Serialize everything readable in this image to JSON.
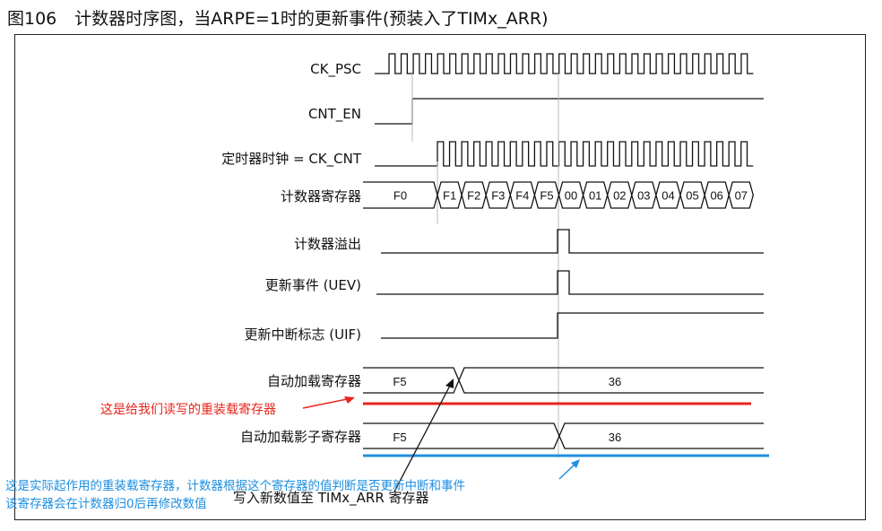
{
  "figure": {
    "number": "图106",
    "caption": "计数器时序图，当ARPE=1时的更新事件(预装入了TIMx_ARR)"
  },
  "signals": {
    "ck_psc": "CK_PSC",
    "cnt_en": "CNT_EN",
    "ck_cnt": "定时器时钟 = CK_CNT",
    "counter_reg": "计数器寄存器",
    "overflow": "计数器溢出",
    "uev": "更新事件 (UEV)",
    "uif": "更新中断标志 (UIF)",
    "arr_preload": "自动加载寄存器",
    "arr_shadow": "自动加载影子寄存器"
  },
  "counter_values": [
    "F0",
    "F1",
    "F2",
    "F3",
    "F4",
    "F5",
    "00",
    "01",
    "02",
    "03",
    "04",
    "05",
    "06",
    "07"
  ],
  "arr_preload_values": [
    "F5",
    "36"
  ],
  "arr_shadow_values": [
    "F5",
    "36"
  ],
  "note_write": "写入新数值至 TIMx_ARR 寄存器",
  "annotations": {
    "red": "这是给我们读写的重装载寄存器",
    "blue_line1": "这是实际起作用的重装载寄存器，计数器根据这个寄存器的值判断是否更新中断和事件",
    "blue_line2": "该寄存器会在计数器归0后再修改数值"
  },
  "colors": {
    "red": "#e8241c",
    "blue": "#1f8fe0",
    "ink": "#111111"
  }
}
